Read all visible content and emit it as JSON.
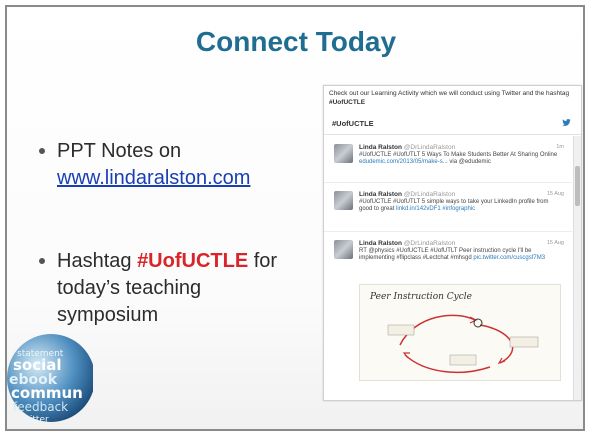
{
  "slide": {
    "title": "Connect Today",
    "bullets": {
      "b1_prefix": "PPT Notes on",
      "b1_link": "www.lindaralston.com",
      "b2_prefix": "Hashtag",
      "b2_tag": "#UofUCTLE",
      "b2_suffix": "for today’s teaching symposium"
    }
  },
  "twitter": {
    "intro": "Check out our Learning Activity which we will conduct using Twitter and the hashtag",
    "intro_tag": "#UofUCTLE",
    "header": "#UofUCTLE",
    "tweets": [
      {
        "name": "Linda Ralston",
        "handle": "@DrLindaRalston",
        "time": "1m",
        "text": "#UofUCTLE #UofUTLT 5 Ways To Make Students Better At Sharing Online",
        "link": "edudemic.com/2013/05/make-s...",
        "via": "via @edudemic"
      },
      {
        "name": "Linda Ralston",
        "handle": "@DrLindaRalston",
        "time": "15 Aug",
        "text": "#UofUCTLE #UofUTLT 5 simple ways to take your LinkedIn profile from good to great",
        "link": "linkd.in/142vDF1",
        "via": "#infographic"
      },
      {
        "name": "Linda Ralston",
        "handle": "@DrLindaRalston",
        "time": "15 Aug",
        "text": "RT @physics #UofUCTLE #UofUTLT Peer instruction cycle I'll be implementing #flipclass #Lectchat #mhsgd",
        "link": "pic.twitter.com/cuscgsf7M3",
        "via": ""
      }
    ],
    "image_caption": "Peer Instruction Cycle",
    "colors": {
      "title": "#1f6e91",
      "link": "#1a3fb5",
      "hashtag": "#d9242a",
      "twitter_blue": "#2b7bb9"
    }
  }
}
